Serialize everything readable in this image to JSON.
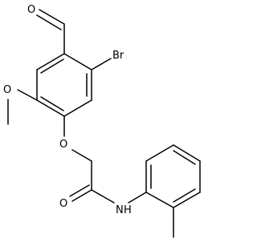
{
  "molecule": {
    "atoms": {
      "aldehyde_oxygen": "O",
      "bromine": "Br",
      "methoxy_oxygen": "O",
      "ether_oxygen": "O",
      "amide_oxygen": "O",
      "amide_nitrogen": "N",
      "amide_hydrogen": "H"
    }
  }
}
